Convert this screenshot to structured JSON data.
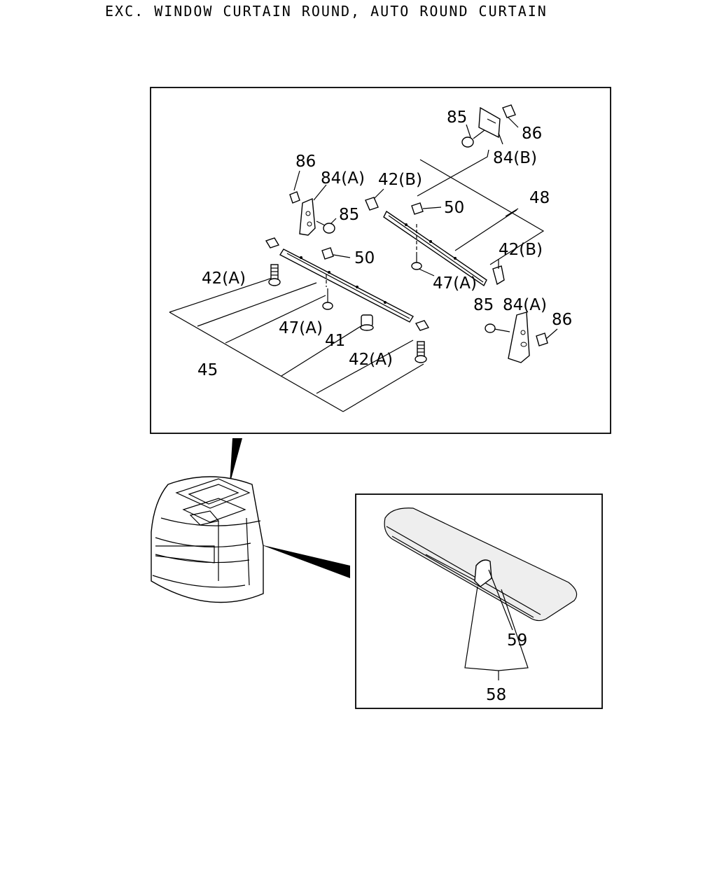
{
  "header": {
    "title": "EXC. WINDOW CURTAIN ROUND, AUTO ROUND CURTAIN"
  },
  "callouts": {
    "c85_top": "85",
    "c86_top": "86",
    "c84b": "84(B)",
    "c86_left": "86",
    "c84a_left": "84(A)",
    "c42b_top": "42(B)",
    "c85_left": "85",
    "c48": "48",
    "c50_right": "50",
    "c50_left": "50",
    "c42b_right": "42(B)",
    "c42a_left": "42(A)",
    "c47a_right": "47(A)",
    "c85_right": "85",
    "c84a_right": "84(A)",
    "c86_right": "86",
    "c47a_left": "47(A)",
    "c41": "41",
    "c42a_right": "42(A)",
    "c45": "45",
    "c59": "59",
    "c58": "58"
  }
}
